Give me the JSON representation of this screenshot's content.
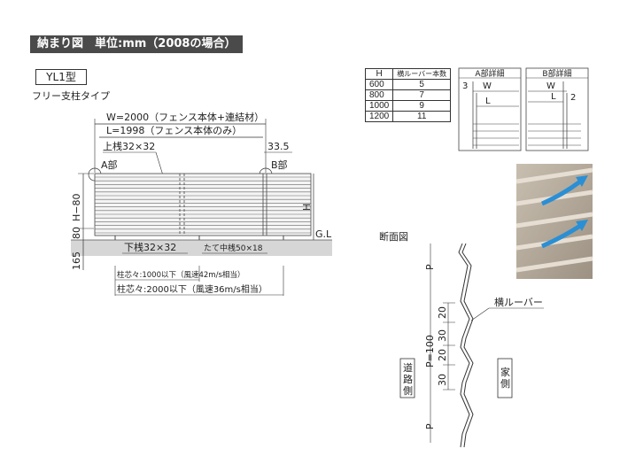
{
  "header": {
    "title": "納まり図　単位:mm（2008の場合）"
  },
  "type_label": "YL1型",
  "subtitle": "フリー支柱タイプ",
  "front_view": {
    "width_label": "W=2000（フェンス本体+連結材）",
    "length_label": "L=1998（フェンス本体のみ）",
    "top_rail": "上桟32×32",
    "offset": "33.5",
    "part_a": "A部",
    "part_b": "B部",
    "height_minus": "H−80",
    "height": "H",
    "dim_80": "80",
    "dim_165": "165",
    "ground": "G.L",
    "bottom_rail": "下桟32×32",
    "mid_post": "たて中桟50×18",
    "post_pitch_1": "柱芯々:1000以下（風速42m/s相当）",
    "post_pitch_2": "柱芯々:2000以下（風速36m/s相当）"
  },
  "louver_table": {
    "headers": [
      "H",
      "横ルーバー本数"
    ],
    "rows": [
      [
        "600",
        "5"
      ],
      [
        "800",
        "7"
      ],
      [
        "1000",
        "9"
      ],
      [
        "1200",
        "11"
      ]
    ]
  },
  "detail_a": {
    "title": "A部詳細",
    "dim_3": "3",
    "w": "W",
    "l": "L"
  },
  "detail_b": {
    "title": "B部詳細",
    "w": "W",
    "l": "L",
    "dim_2": "2"
  },
  "section": {
    "title": "断面図",
    "p_top": "P",
    "p_bottom": "P",
    "pitch": "P=100",
    "dims": [
      "20",
      "30",
      "20",
      "30"
    ],
    "louver_label": "横ルーバー",
    "road_side": "道路側",
    "house_side": "家側"
  }
}
